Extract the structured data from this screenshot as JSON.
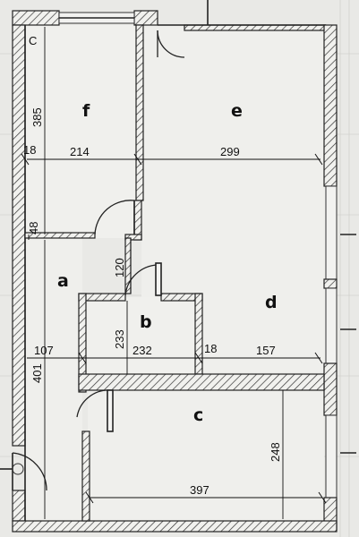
{
  "rooms": {
    "a": "a",
    "b": "b",
    "c": "c",
    "d": "d",
    "e": "e",
    "f": "f"
  },
  "dimensions": {
    "f_height": "385",
    "f_left_wall": "18",
    "f_width": "214",
    "e_width": "299",
    "f_bottom_wall": "48",
    "a_passage": "120",
    "b_height": "233",
    "a_width": "107",
    "b_width": "232",
    "wall_bd": "18",
    "d_width": "157",
    "a_height": "401",
    "c_height": "248",
    "c_width": "397"
  },
  "icons": {
    "corner_mark": "C"
  }
}
